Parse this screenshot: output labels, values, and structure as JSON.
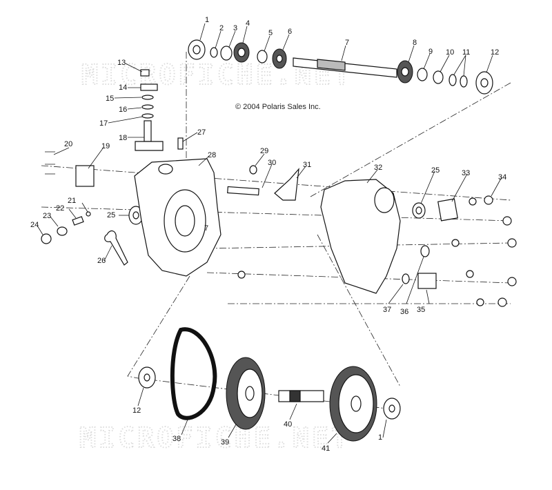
{
  "copyright": "© 2004 Polaris Sales Inc.",
  "watermark": "MICROFICHE.NET",
  "callouts": [
    "1",
    "2",
    "3",
    "4",
    "5",
    "6",
    "7",
    "8",
    "9",
    "10",
    "11",
    "12",
    "13",
    "14",
    "15",
    "16",
    "17",
    "18",
    "19",
    "20",
    "21",
    "22",
    "23",
    "24",
    "25",
    "26",
    "27",
    "28",
    "29",
    "30",
    "31",
    "32",
    "33",
    "34",
    "35",
    "36",
    "37",
    "25",
    "12",
    "38",
    "39",
    "40",
    "41",
    "1",
    "7"
  ]
}
